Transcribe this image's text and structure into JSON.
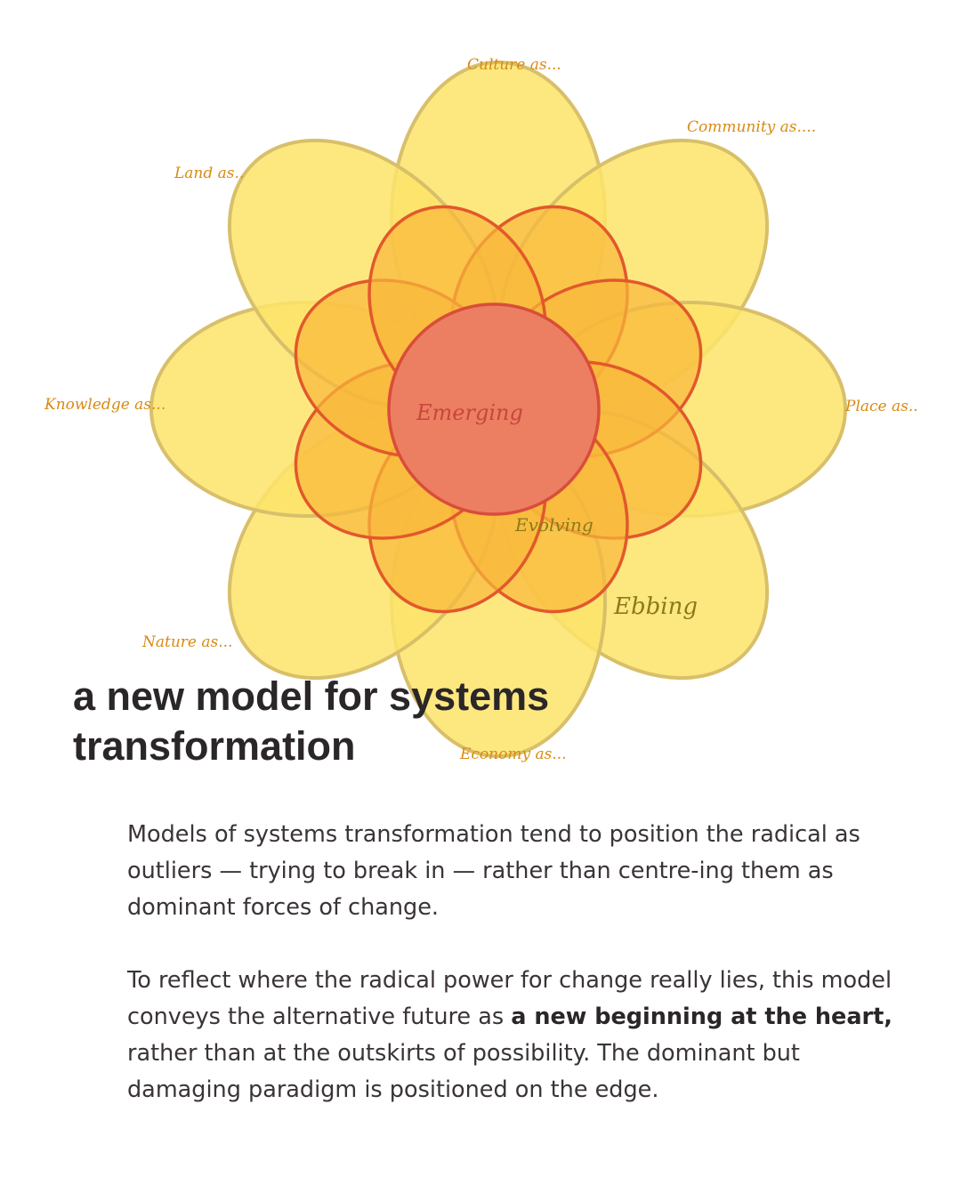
{
  "diagram": {
    "petal_labels": {
      "culture": "Culture as...",
      "community": "Community as....",
      "land": "Land as..",
      "knowledge": "Knowledge as...",
      "place": "Place as..",
      "nature": "Nature as...",
      "economy": "Economy as..."
    },
    "ring_labels": {
      "center": "Emerging",
      "middle": "Evolving",
      "outer": "Ebbing"
    },
    "colors": {
      "outer_petal": "#fde46a",
      "outer_outline": "#d8bf6a",
      "middle_petal": "#f8b83a",
      "middle_outline": "#e2582c",
      "center": "#ec7f62",
      "center_outline": "#d94d3a"
    }
  },
  "title": "a new model for systems transformation",
  "paragraphs": {
    "p1": "Models of systems transformation tend to position the radical as outliers — trying to break in — rather than centre-ing them as dominant forces of change.",
    "p2_before": "To reflect where the radical power for change really lies, this model conveys the alternative future as ",
    "p2_bold": "a new beginning at the heart,",
    "p2_after": " rather than at the outskirts of possibility. The dominant but damaging paradigm is positioned on the edge."
  }
}
